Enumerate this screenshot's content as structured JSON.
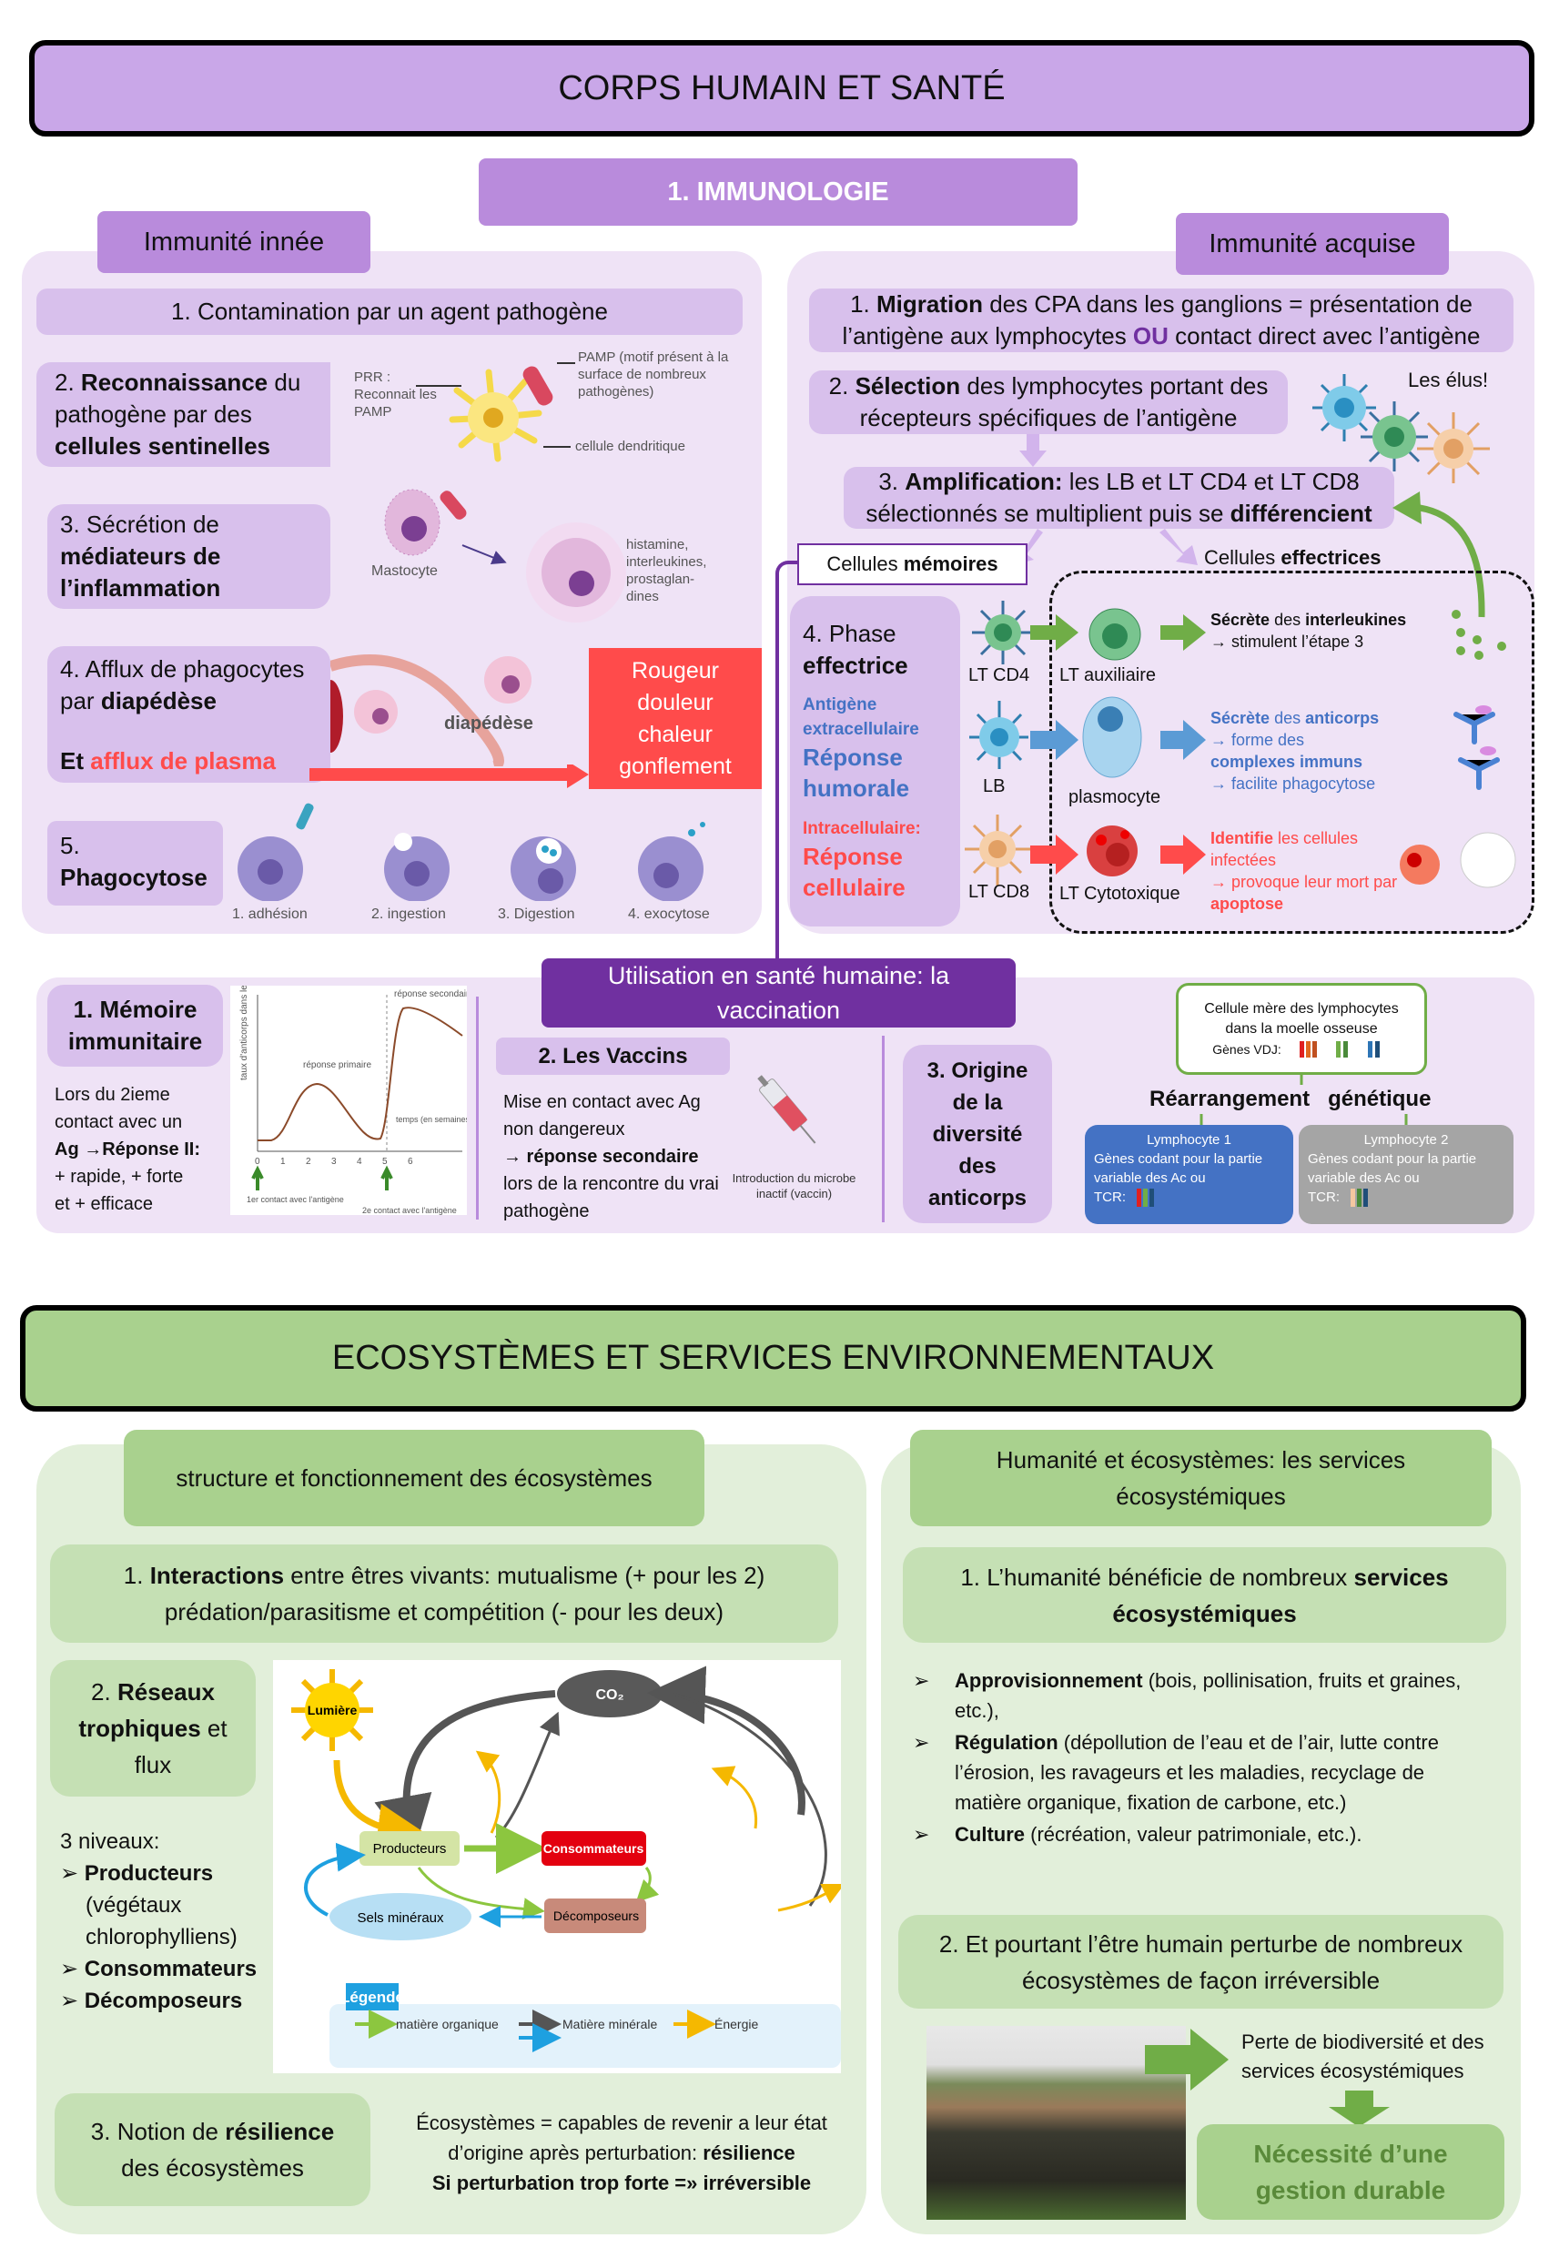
{
  "title": "CORPS HUMAIN ET SANTÉ",
  "immuno": {
    "heading": "1. IMMUNOLOGIE",
    "innee": {
      "tab": "Immunité innée",
      "step1": "1. Contamination par un agent pathogène",
      "step2": {
        "num": "2. ",
        "b1": "Reconnaissance",
        "t1": " du pathogène par des ",
        "b2": "cellules sentinelles"
      },
      "step2_fig": {
        "prr": "PRR : Reconnait les PAMP",
        "pamp": "PAMP (motif présent à la surface de nombreux pathogènes)",
        "dendritic": "cellule dendritique"
      },
      "step3": {
        "t1": "3. Sécrétion de ",
        "b1": "médiateurs de l’inflammation"
      },
      "step3_fig": {
        "mastocyte": "Mastocyte",
        "mediators": "histamine, interleukines, prostaglan-dines"
      },
      "step4": {
        "t1": "4. Afflux de phagocytes par ",
        "b1": "diapédèse",
        "b2": "Et ",
        "r1": "afflux de plasma"
      },
      "step4_fig": {
        "label": "diapédèse"
      },
      "symptoms": [
        "Rougeur",
        "douleur",
        "chaleur",
        "gonflement"
      ],
      "step5": {
        "num": "5.",
        "b1": "Phagocytose"
      },
      "phago_steps": [
        "1. adhésion",
        "2. ingestion",
        "3. Digestion",
        "4. exocytose"
      ]
    },
    "acquise": {
      "tab": "Immunité acquise",
      "step1": {
        "t0": "1. ",
        "b1": "Migration",
        "t1": " des CPA dans les ganglions = présentation de l’antigène aux lymphocytes ",
        "ou": "OU",
        "t2": " contact direct avec l’antigène"
      },
      "step2": {
        "t0": "2. ",
        "b1": "Sélection",
        "t1": " des lymphocytes portant des récepteurs spécifiques de l’antigène"
      },
      "elus": "Les élus!",
      "step3": {
        "t0": "3. ",
        "b1": "Amplification:",
        "t1": " les LB et LT CD4 et LT CD8 sélectionnés se multiplient puis se ",
        "b2": "différencient"
      },
      "memoires": {
        "t": "Cellules ",
        "b": "mémoires"
      },
      "effectrices": {
        "t": "Cellules ",
        "b": "effectrices"
      },
      "phase": {
        "t": "4. Phase",
        "b": "effectrice",
        "antigen_ext": "Antigène extracellulaire",
        "rep_hum": "Réponse humorale",
        "intra": "Intracellulaire:",
        "rep_cell": "Réponse cellulaire"
      },
      "rows": [
        {
          "cell": "LT CD4",
          "diff": "LT auxiliaire",
          "b1": "Sécrète",
          "t1": " des ",
          "b2": "interleukines",
          "t2": "→ stimulent l’étape 3",
          "color": "#70ad47"
        },
        {
          "cell": "LB",
          "diff": "plasmocyte",
          "b1": "Sécrète",
          "t1": " des ",
          "b2": "anticorps",
          "t2": "→ forme des",
          "b3": "complexes immuns",
          "t3": "→ facilite phagocytose",
          "color": "#5b9bd5"
        },
        {
          "cell": "LT CD8",
          "diff": "LT Cytotoxique",
          "b1": "Identifie",
          "t1": " les cellules infectées",
          "t2": "→ provoque leur mort par ",
          "b3": "apoptose",
          "color": "#ff4b4b"
        }
      ]
    },
    "vaccination": {
      "title": "Utilisation en santé humaine: la vaccination",
      "memoire": {
        "title": "1. Mémoire immunitaire",
        "lines": [
          "Lors du 2ieme",
          "contact avec un",
          "Ag →Réponse II:",
          "+ rapide, + forte",
          "et + efficace"
        ]
      },
      "graph": {
        "ylabel": "taux d'anticorps dans le sang",
        "primary": "réponse primaire",
        "secondary": "réponse secondaire",
        "xlabel": "temps (en semaines)",
        "ticks": [
          "0",
          "1",
          "2",
          "3",
          "4",
          "5",
          "6"
        ],
        "contact1": "1er contact avec l'antigène",
        "contact2": "2e contact avec l'antigène"
      },
      "vaccins": {
        "title": "2. Les Vaccins",
        "l1": "Mise en contact avec Ag non dangereux",
        "b1": "→ réponse secondaire",
        "l2": "lors de la rencontre du vrai pathogène",
        "caption": "Introduction du microbe inactif (vaccin)"
      },
      "origine": {
        "title": "3. Origine de la diversité des anticorps"
      },
      "mere": {
        "l1": "Cellule mère des lymphocytes",
        "l2": "dans la moelle osseuse",
        "genes": "Gènes VDJ:"
      },
      "rearr": "Réarrangement   génétique",
      "lympho": [
        {
          "title": "Lymphocyte 1",
          "text": "Gènes codant pour la partie variable des Ac ou",
          "tcr": "TCR:"
        },
        {
          "title": "Lymphocyte 2",
          "text": "Gènes codant pour la partie variable des Ac ou",
          "tcr": "TCR:"
        }
      ]
    }
  },
  "eco": {
    "title": "ECOSYSTÈMES ET SERVICES ENVIRONNEMENTAUX",
    "left": {
      "header": "structure et fonctionnement des écosystèmes",
      "interactions": {
        "t0": "1. ",
        "b1": "Interactions",
        "t1": " entre êtres vivants: mutualisme (+ pour les 2) prédation/parasitisme et compétition (- pour les deux)"
      },
      "reseaux": {
        "t0": "2. ",
        "b1": "Réseaux trophiques",
        "t1": " et flux"
      },
      "niveaux": {
        "title": "3 niveaux:",
        "items": [
          "Producteurs",
          "Consommateurs",
          "Décomposeurs"
        ],
        "sub": "(végétaux chlorophylliens)"
      },
      "diagram": {
        "lumiere": "Lumière",
        "co2": "CO₂",
        "producteurs": "Producteurs",
        "consommateurs": "Consommateurs",
        "decomposeurs": "Décomposeurs",
        "sels": "Sels minéraux",
        "legende": "Légende",
        "leg_org": "matière organique",
        "leg_min": "Matière minérale",
        "leg_energy": "Énergie"
      },
      "resilience": {
        "t0": "3. Notion de ",
        "b1": "résilience",
        "t1": " des écosystèmes"
      },
      "resilience_text": {
        "l1": "Écosystèmes = capables de revenir a leur état d’origine après perturbation: ",
        "b1": "résilience",
        "b2": "Si perturbation trop forte =» irréversible"
      }
    },
    "right": {
      "header": "Humanité et écosystèmes: les services écosystémiques",
      "s1": {
        "t0": "1. L’humanité bénéficie de nombreux ",
        "b1": "services écosystémiques"
      },
      "bullets": [
        {
          "b": "Approvisionnement",
          "t": " (bois, pollinisation, fruits et graines, etc.),"
        },
        {
          "b": "Régulation",
          "t": " (dépollution de l’eau et de l’air, lutte contre l’érosion, les ravageurs et les maladies, recyclage de matière organique, fixation de carbone, etc.)"
        },
        {
          "b": "Culture",
          "t": " (récréation, valeur patrimoniale, etc.)."
        }
      ],
      "s2": "2. Et pourtant l’être humain perturbe de nombreux écosystèmes de façon irréversible",
      "perte": "Perte de biodiversité et des services écosystémiques",
      "gestion": "Nécessité d’une gestion durable"
    }
  },
  "colors": {
    "purple_title": "#c9a7e8",
    "purple_tab": "#b98bdc",
    "purple_box": "#d8c0ec",
    "purple_panel": "#efe3f6",
    "vacc_title": "#7030a0",
    "green_title": "#a9d18e",
    "green_box": "#c5e0b4",
    "green_panel": "#e2efda",
    "red": "#ff4b4b",
    "blue": "#4472c4"
  }
}
